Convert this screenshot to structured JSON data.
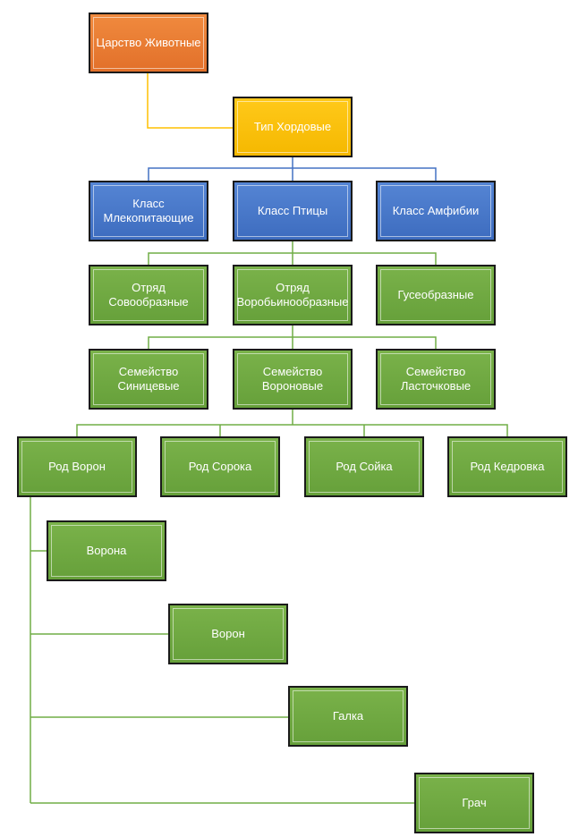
{
  "diagram": {
    "kingdom": "Царство Животные",
    "phylum": "Тип Хордовые",
    "classes": [
      "Класс\nМлекопитающие",
      "Класс Птицы",
      "Класс Амфибии"
    ],
    "orders": [
      "Отряд\nСовообразные",
      "Отряд\nВоробьинообразные",
      "Гусеобразные"
    ],
    "families": [
      "Семейство\nСиницевые",
      "Семейство\nВороновые",
      "Семейство\nЛасточковые"
    ],
    "genera": [
      "Род Ворон",
      "Род Сорока",
      "Род Сойка",
      "Род Кедровка"
    ],
    "species": [
      "Ворона",
      "Ворон",
      "Галка",
      "Грач"
    ]
  },
  "colors": {
    "kingdom": "#ed7d31",
    "phylum": "#ffc000",
    "class": "#4472c4",
    "lower": "#70ad47"
  }
}
